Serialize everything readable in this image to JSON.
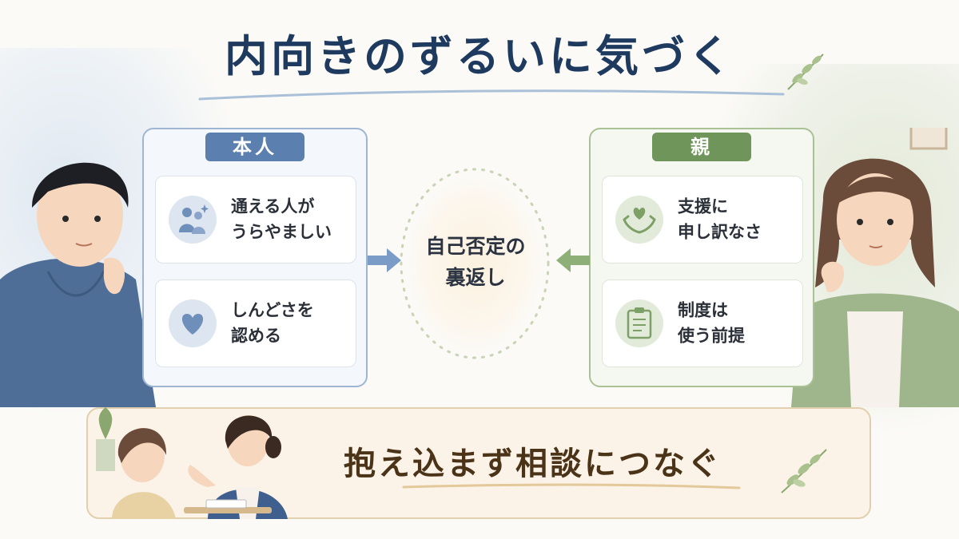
{
  "title": "内向きのずるいに気づく",
  "left_panel": {
    "label": "本人",
    "cards": [
      {
        "icon": "people-sparkle-icon",
        "lines": [
          "通える人が",
          "うらやましい"
        ]
      },
      {
        "icon": "heart-icon",
        "lines": [
          "しんどさを",
          "認める"
        ]
      }
    ]
  },
  "right_panel": {
    "label": "親",
    "cards": [
      {
        "icon": "hands-heart-icon",
        "lines": [
          "支援に",
          "申し訳なさ"
        ]
      },
      {
        "icon": "clipboard-icon",
        "lines": [
          "制度は",
          "使う前提"
        ]
      }
    ]
  },
  "center": {
    "lines": [
      "自己否定の",
      "裏返し"
    ]
  },
  "banner": {
    "text": "抱え込まず相談につなぐ"
  },
  "colors": {
    "title": "#1f3a5f",
    "left_accent": "#5b7fae",
    "right_accent": "#6f955a",
    "banner_text": "#4b3318"
  }
}
